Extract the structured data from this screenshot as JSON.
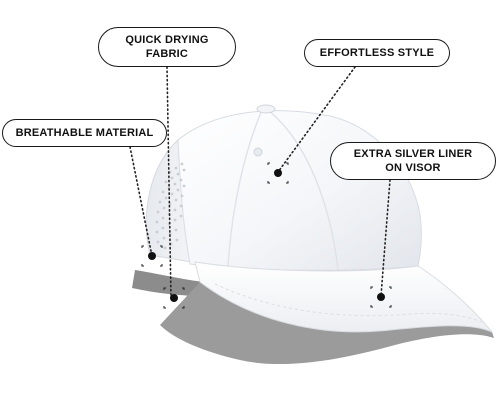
{
  "callouts": {
    "quick_drying": {
      "line1": "QUICK DRYING",
      "line2": "FABRIC"
    },
    "effortless_style": {
      "line1": "EFFORTLESS STYLE"
    },
    "breathable_material": {
      "line1": "BREATHABLE MATERIAL"
    },
    "silver_liner": {
      "line1": "EXTRA SILVER LINER",
      "line2": "ON VISOR"
    }
  },
  "colors": {
    "cap_white": "#f7f8fa",
    "cap_shadow": "#e3e6ec",
    "reflective_trim": "#8c8c8c",
    "leader_line": "#222222"
  }
}
